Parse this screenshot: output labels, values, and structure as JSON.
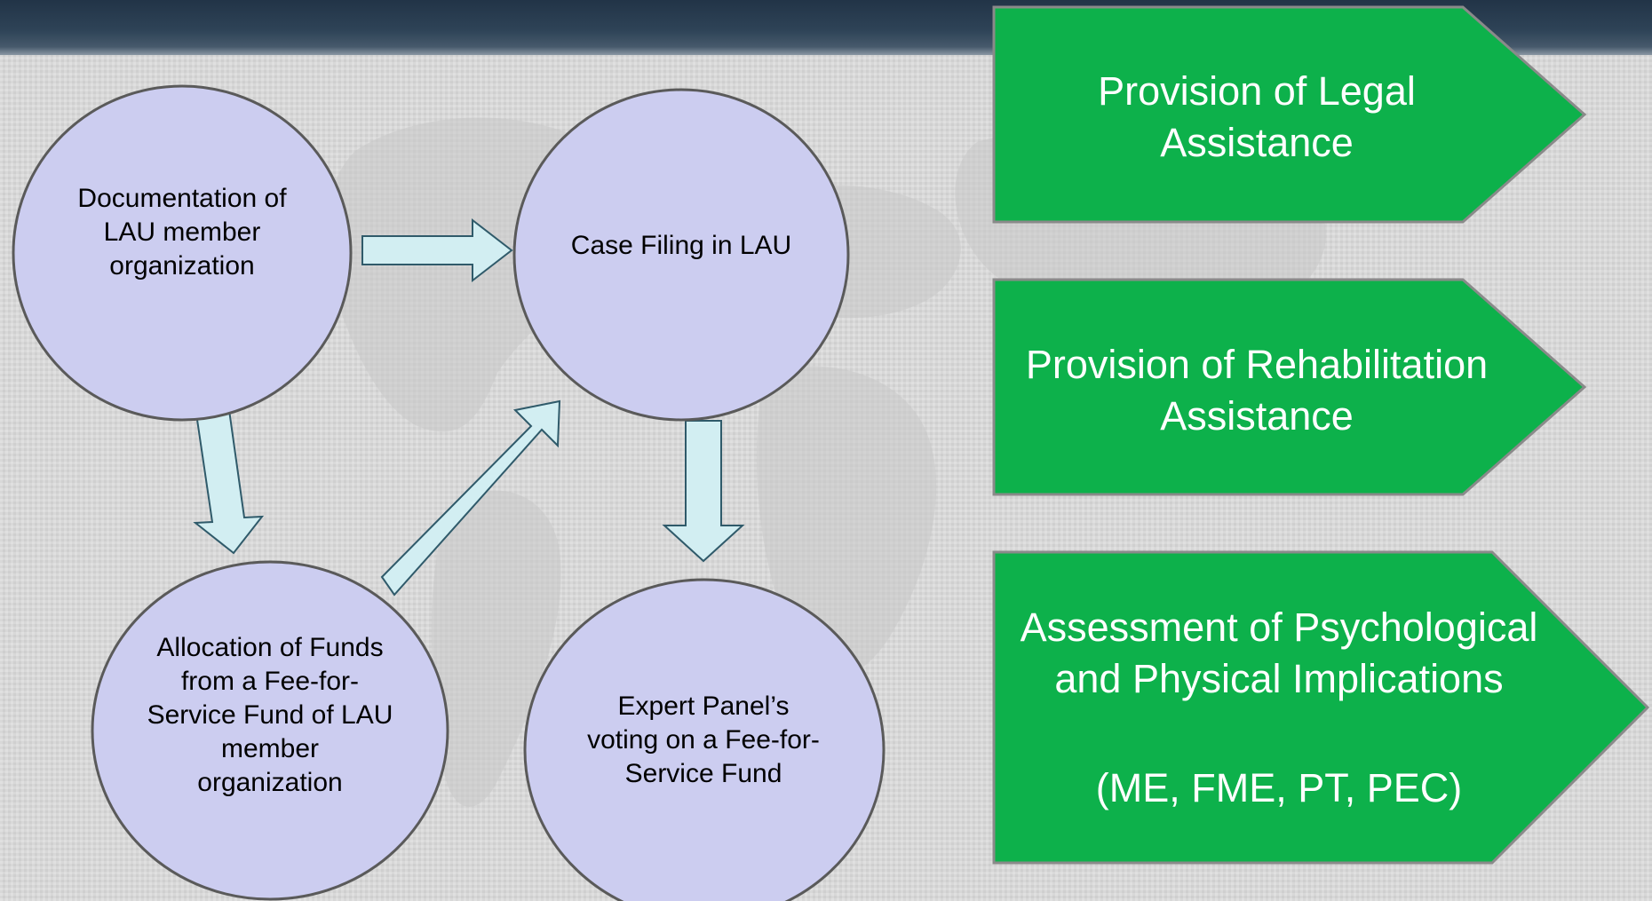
{
  "nodes": {
    "documentation": "Documentation of LAU member organization",
    "case_filing": "Case Filing in LAU",
    "allocation": "Allocation of Funds from a Fee-for-Service Fund of LAU member organization",
    "expert_panel": "Expert Panel’s voting on a Fee-for-Service Fund"
  },
  "pentagons": {
    "legal": "Provision of Legal Assistance",
    "rehabilitation": "Provision of Rehabilitation Assistance",
    "assessment_line1": "Assessment of Psychological and Physical Implications",
    "assessment_line2": "(ME,  FME, PT, PEC)"
  },
  "colors": {
    "circle_fill": "#cccdf0",
    "circle_stroke": "#5a5a5a",
    "arrow_fill": "#d2eef2",
    "arrow_stroke": "#2f5a6a",
    "pentagon_fill": "#0db14b",
    "pentagon_stroke": "#8a8a8a",
    "topbar": "#2b3f54"
  }
}
